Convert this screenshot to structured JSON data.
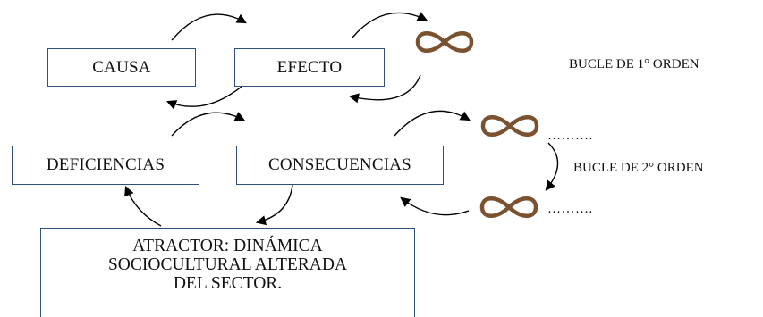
{
  "boxes": {
    "causa": "CAUSA",
    "efecto": "EFECTO",
    "deficiencias": "DEFICIENCIAS",
    "consecuencias": "CONSECUENCIAS"
  },
  "attractor": {
    "line1": "ATRACTOR: DINÁMICA",
    "line2": "SOCIOCULTURAL ALTERADA",
    "line3": "DEL SECTOR."
  },
  "labels": {
    "loop1": "BUCLE DE 1° ORDEN",
    "loop2": "BUCLE DE 2° ORDEN"
  },
  "dots": {
    "upper": "……….",
    "lower": "………."
  },
  "infinity_color": "#7a5230"
}
